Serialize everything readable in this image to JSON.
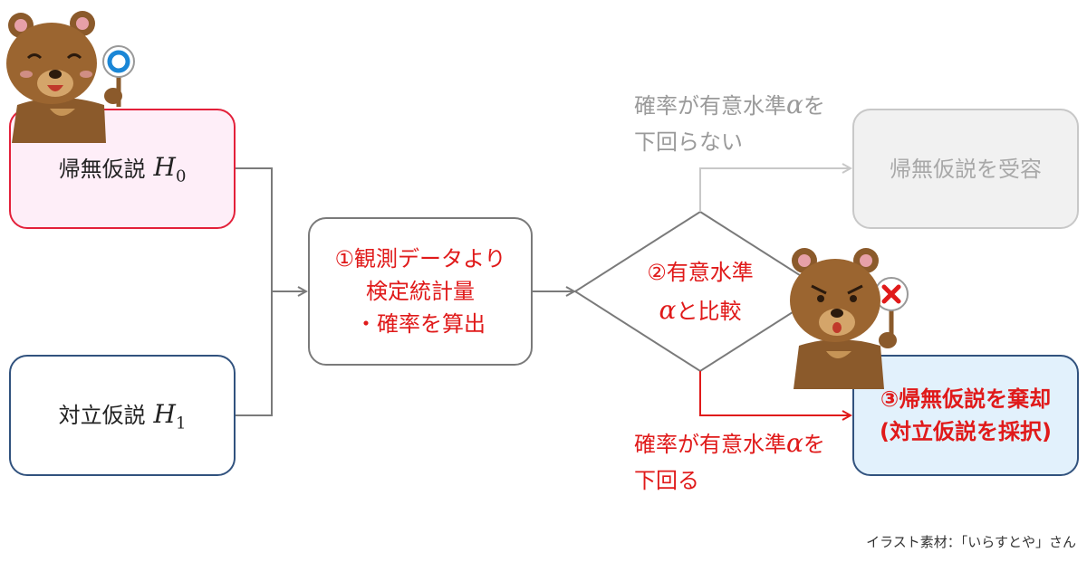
{
  "nodes": {
    "h0": {
      "text": "帰無仮説",
      "symbol": "H",
      "sub": "0"
    },
    "h1": {
      "text": "対立仮説",
      "symbol": "H",
      "sub": "1"
    },
    "step1": {
      "lines": [
        "①観測データより",
        "検定統計量",
        "・確率を算出"
      ]
    },
    "step2": {
      "line1": "②有意水準",
      "alpha": "α",
      "line2": "と比較"
    },
    "accept": {
      "text": "帰無仮説を受容"
    },
    "reject": {
      "line1": "③帰無仮説を棄却",
      "line2": "(対立仮説を採択)"
    }
  },
  "edges": {
    "not_below": {
      "line1_prefix": "確率が有意水準",
      "alpha": "α",
      "line1_suffix": "を",
      "line2": "下回らない"
    },
    "below": {
      "line1_prefix": "確率が有意水準",
      "alpha": "α",
      "line1_suffix": "を",
      "line2": "下回る"
    }
  },
  "credit": "イラスト素材：「いらすとや」さん",
  "icons": {
    "bear_top": "smiling-bear-with-circle-sign-icon",
    "bear_bottom": "angry-bear-with-cross-sign-icon"
  },
  "colors": {
    "red": "#e01a1a",
    "pink_box": "#feeef8",
    "blue_border": "#31527e",
    "light_blue_box": "#e2f1fc",
    "gray_text": "#9a9a9a"
  }
}
